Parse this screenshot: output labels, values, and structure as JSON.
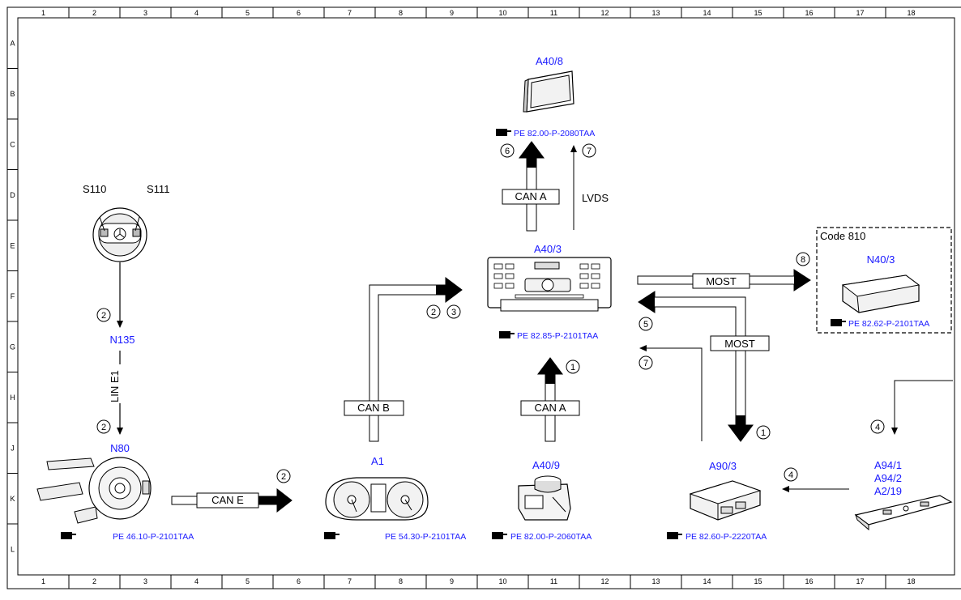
{
  "grid": {
    "columns": [
      "1",
      "2",
      "3",
      "4",
      "5",
      "6",
      "7",
      "8",
      "9",
      "10",
      "11",
      "12",
      "13",
      "14",
      "15",
      "16",
      "17",
      "18"
    ],
    "rows": [
      "A",
      "B",
      "C",
      "D",
      "E",
      "F",
      "G",
      "H",
      "J",
      "K",
      "L"
    ]
  },
  "components": {
    "s110": "S110",
    "s111": "S111",
    "n135": "N135",
    "n80": "N80",
    "a1": "A1",
    "a40_8": "A40/8",
    "a40_3": "A40/3",
    "a40_9": "A40/9",
    "a90_3": "A90/3",
    "n40_3": "N40/3",
    "code_810": "Code 810",
    "a94_1": "A94/1",
    "a94_2": "A94/2",
    "a2_19": "A2/19"
  },
  "buses": {
    "lin_e1": "LIN E1",
    "can_e": "CAN E",
    "can_b": "CAN B",
    "can_a": "CAN A",
    "can_a_lower": "CAN A",
    "lvds": "LVDS",
    "most": "MOST",
    "most_loop": "MOST"
  },
  "refs": {
    "n80": "PE 46.10-P-2101TAA",
    "a1": "PE 54.30-P-2101TAA",
    "a40_8": "PE 82.00-P-2080TAA",
    "a40_3": "PE 82.85-P-2101TAA",
    "a40_9": "PE 82.00-P-2060TAA",
    "a90_3": "PE 82.60-P-2220TAA",
    "n40_3": "PE 82.62-P-2101TAA"
  },
  "steps": {
    "s1a": "1",
    "s1b": "1",
    "s2a": "2",
    "s2b": "2",
    "s2c": "2",
    "s2d": "2",
    "s3": "3",
    "s4a": "4",
    "s4b": "4",
    "s5": "5",
    "s6": "6",
    "s7a": "7",
    "s7b": "7",
    "s8": "8"
  }
}
